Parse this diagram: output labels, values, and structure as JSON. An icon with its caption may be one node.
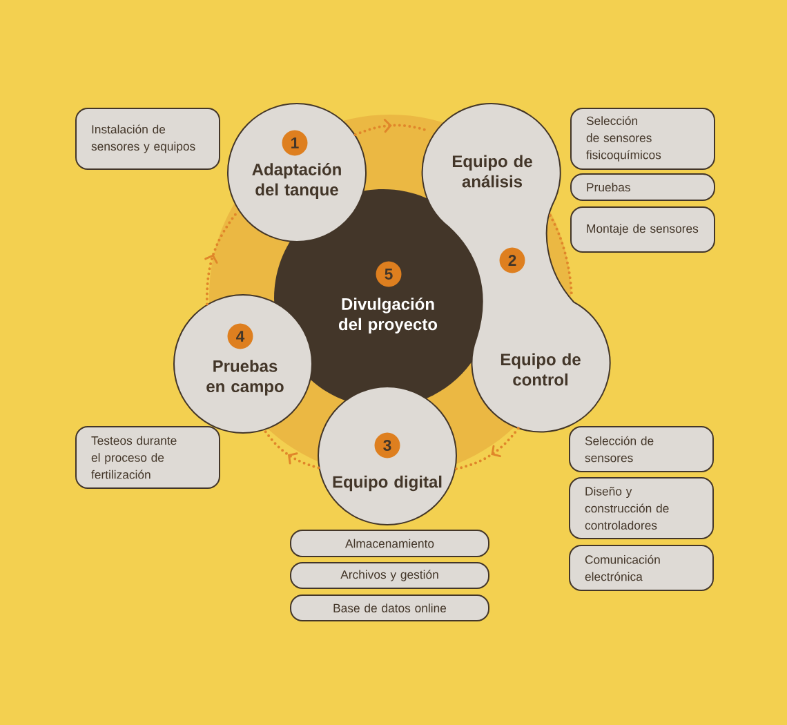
{
  "diagram": {
    "nodes": [
      {
        "text": [
          "1",
          "Adaptación del tanque"
        ]
      },
      {
        "text": [
          "Equipo de análisis",
          "2",
          "Equipo de control"
        ]
      },
      {
        "text": [
          "3",
          "Equipo digital"
        ]
      },
      {
        "text": [
          "4",
          "Pruebas en campo"
        ]
      },
      {
        "text": [
          "5",
          "Divulgación del proyecto"
        ]
      },
      {
        "text": [
          "Instalación de sensores y equipos"
        ]
      },
      {
        "text": [
          "Selección de sensores fisicoquímicos"
        ]
      },
      {
        "text": [
          "Pruebas"
        ]
      },
      {
        "text": [
          "Montaje de sensores"
        ]
      },
      {
        "text": [
          "Testeos durante el proceso de fertilización"
        ]
      },
      {
        "text": [
          "Selección de sensores"
        ]
      },
      {
        "text": [
          "Diseño y construcción de controladores"
        ]
      },
      {
        "text": [
          "Comunicación electrónica"
        ]
      },
      {
        "text": [
          "Almacenamiento"
        ]
      },
      {
        "text": [
          "Archivos y gestión"
        ]
      },
      {
        "text": [
          "Base de datos online"
        ]
      }
    ],
    "edges": [
      {
        "from": 0,
        "to": 1,
        "arrow": "to",
        "style": "dashed"
      },
      {
        "from": 1,
        "to": 2,
        "arrow": "to",
        "style": "dashed"
      },
      {
        "from": 2,
        "to": 3,
        "arrow": "to",
        "style": "dashed"
      },
      {
        "from": 3,
        "to": 0,
        "arrow": "to",
        "style": "dashed"
      }
    ]
  }
}
